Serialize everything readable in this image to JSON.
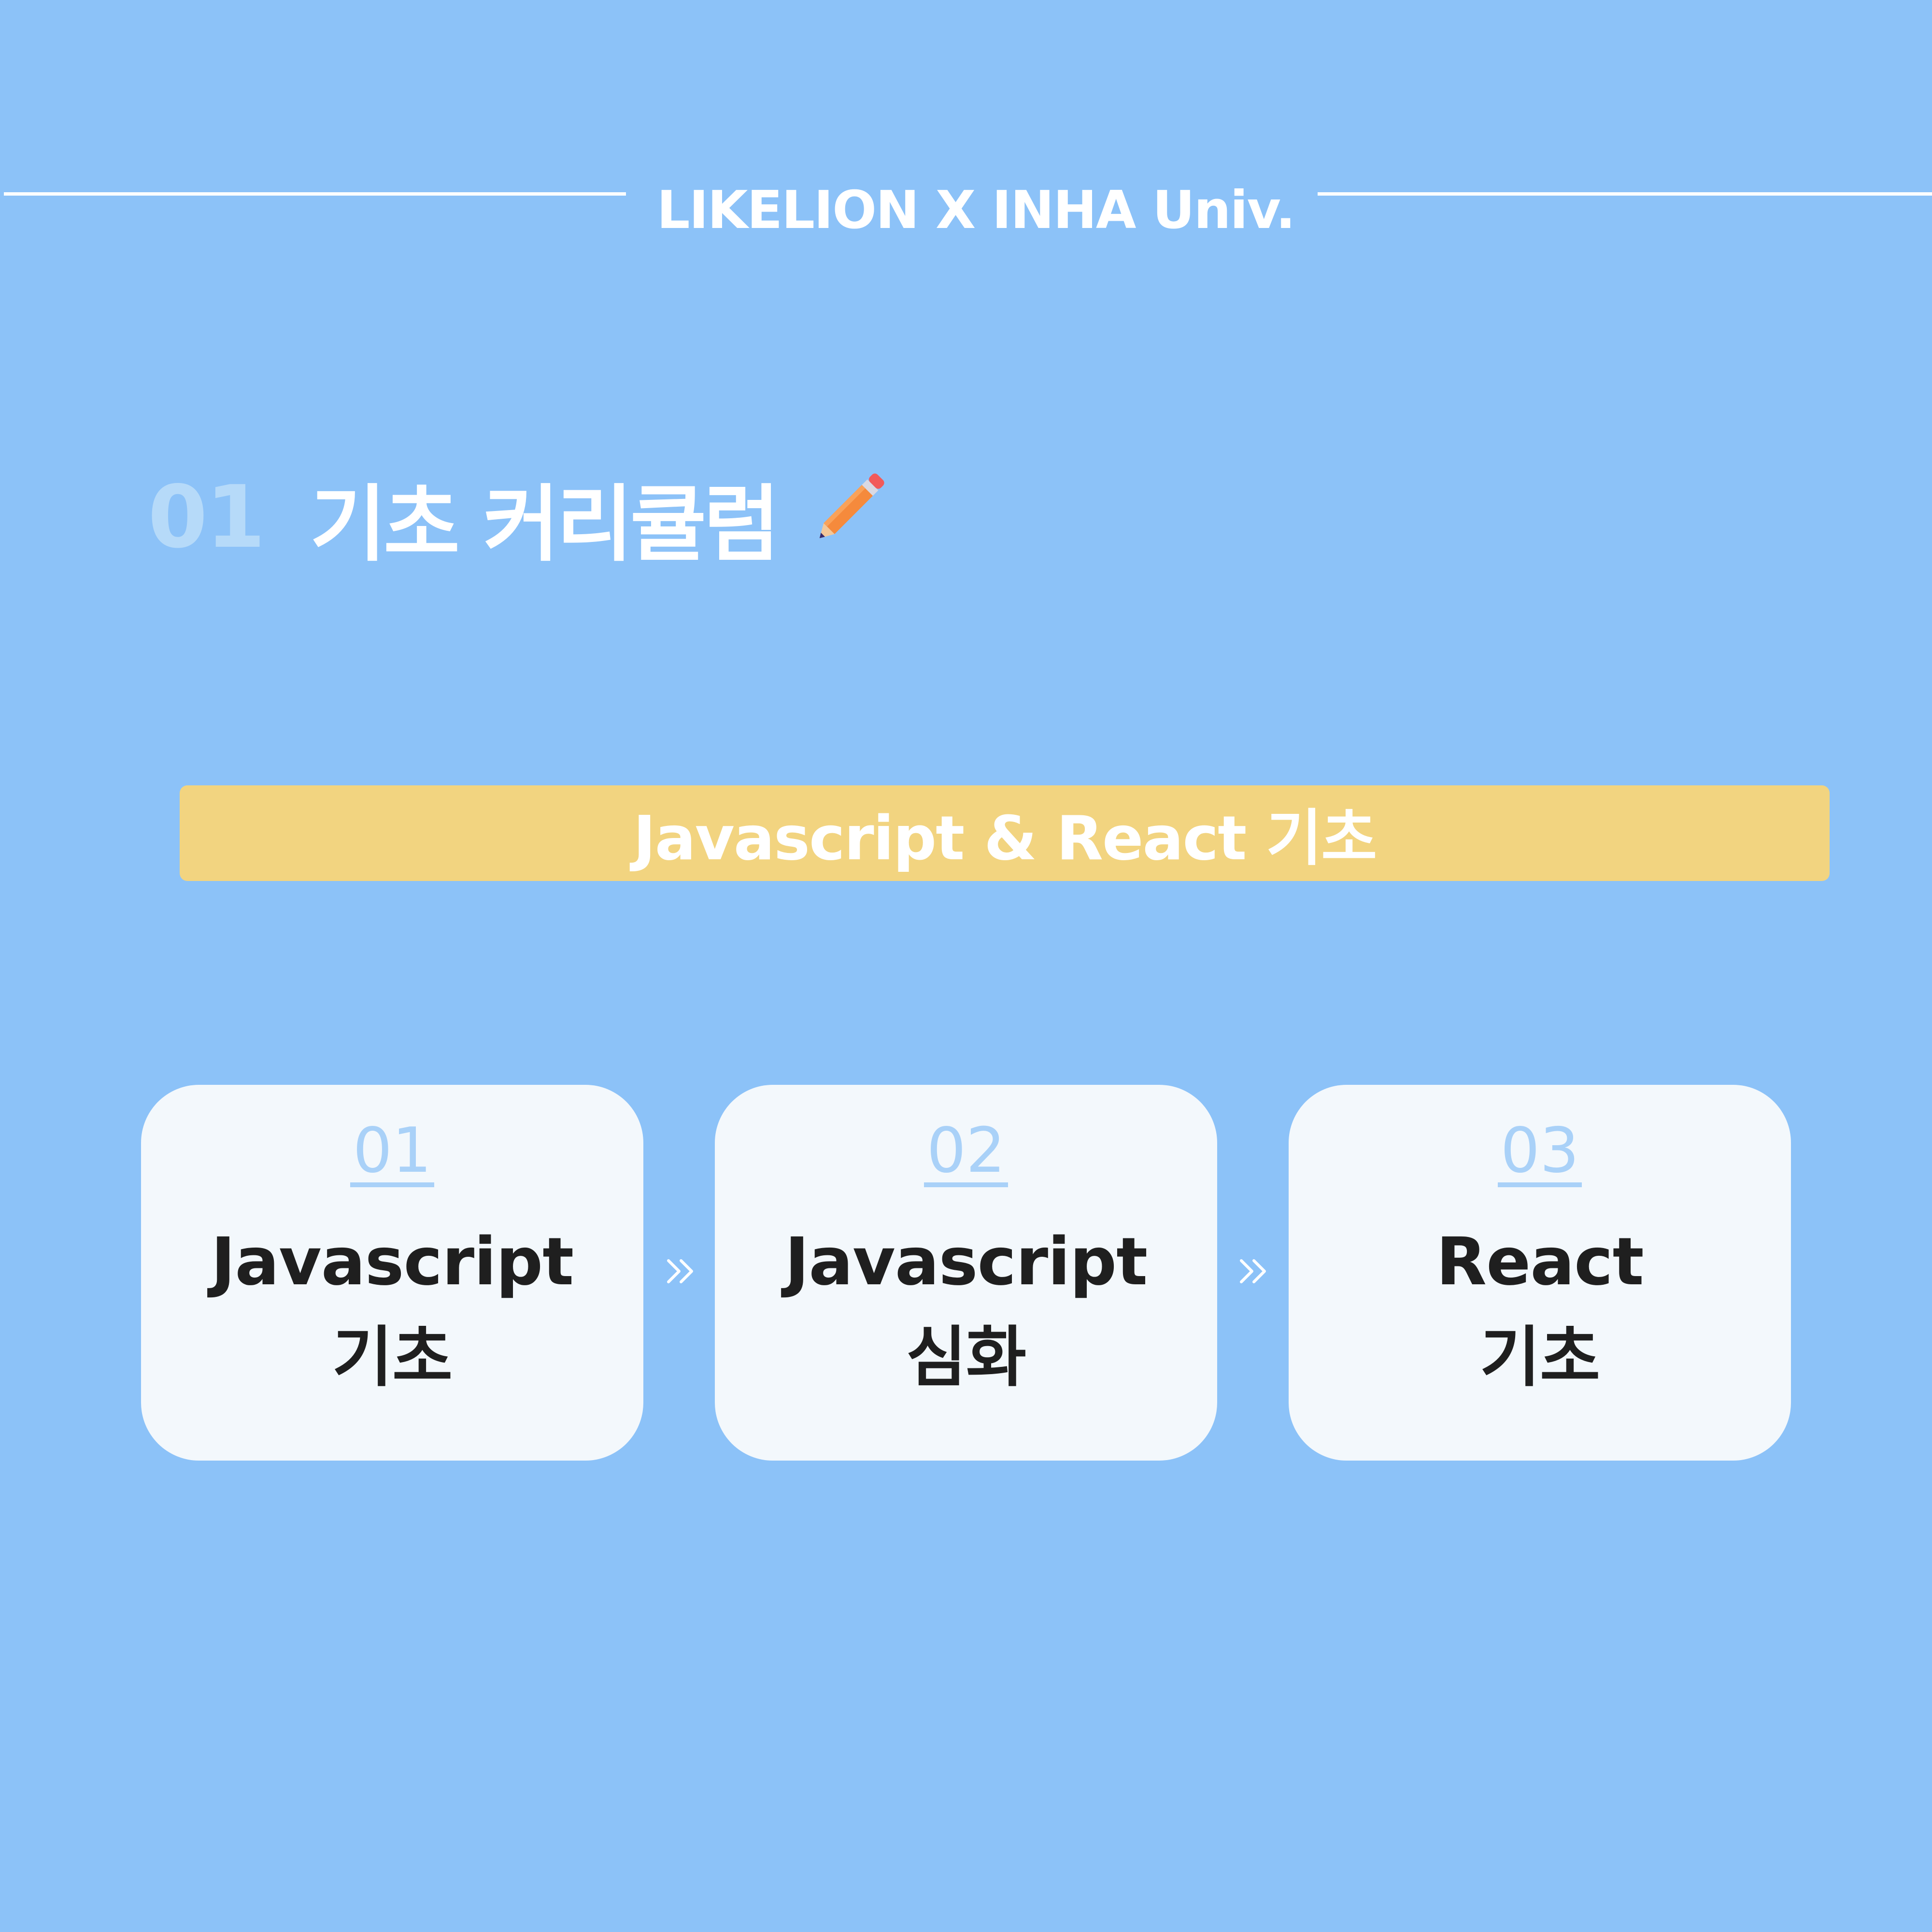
{
  "header": {
    "brand": "LIKELION  X  INHA Univ."
  },
  "section": {
    "number": "01",
    "title": "기초 커리큘럼",
    "icon": "pencil-icon"
  },
  "banner": {
    "text": "Javascript & React 기초"
  },
  "steps": [
    {
      "number": "01",
      "line1": "Javascript",
      "line2": "기초"
    },
    {
      "number": "02",
      "line1": "Javascript",
      "line2": "심화"
    },
    {
      "number": "03",
      "line1": "React",
      "line2": "기초"
    }
  ],
  "colors": {
    "background": "#8cc2f8",
    "banner": "#f2d480",
    "card": "#f3f8fc",
    "accent_number": "#a9d1f8",
    "text_dark": "#1f1f1f"
  }
}
